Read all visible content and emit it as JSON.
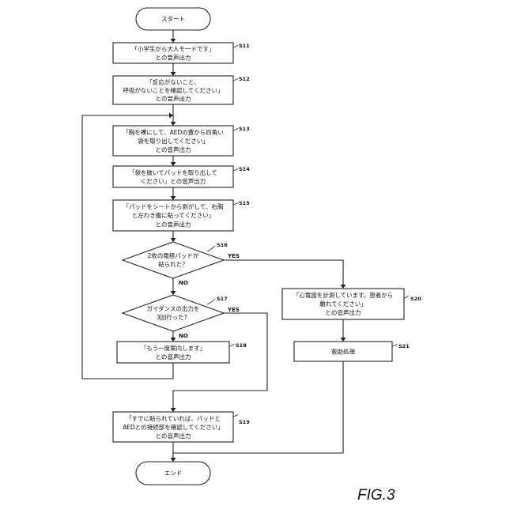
{
  "diagram": {
    "figure_label": "FIG.3",
    "start": {
      "text": "スタート"
    },
    "end": {
      "text": "エンド"
    },
    "nodes": {
      "s11": {
        "step": "S11",
        "lines": [
          "「小学生から大人モードです」",
          "との音声出力"
        ]
      },
      "s12": {
        "step": "S12",
        "lines": [
          "「反応がないこと、",
          "呼吸がないことを確認してください」",
          "との音声出力"
        ]
      },
      "s13": {
        "step": "S13",
        "lines": [
          "「胸を裸にして、AEDの蓋から四角い",
          "袋を取り出してください」",
          "との音声出力"
        ]
      },
      "s14": {
        "step": "S14",
        "lines": [
          "「袋を破いてパッドを取り出して",
          "ください」との音声出力"
        ]
      },
      "s15": {
        "step": "S15",
        "lines": [
          "「パッドをシートから剥がして、右胸",
          "と左わき腹に貼ってください」",
          "との音声出力"
        ]
      },
      "s16": {
        "step": "S16",
        "lines": [
          "2枚の電極パッドが",
          "貼られた？"
        ]
      },
      "s17": {
        "step": "S17",
        "lines": [
          "ガイダンスの出力を",
          "3回行った？"
        ]
      },
      "s18": {
        "step": "S18",
        "lines": [
          "「もう一度案内します」",
          "との音声出力"
        ]
      },
      "s19": {
        "step": "S19",
        "lines": [
          "「すでに貼られていれば、パッドと",
          "AEDとの接続部を確認してください」",
          "との音声出力"
        ]
      },
      "s20": {
        "step": "S20",
        "lines": [
          "「心電図を計測しています。患者から",
          "離れてください」",
          "との音声出力"
        ]
      },
      "s21": {
        "step": "S21",
        "lines": [
          "救助処理"
        ]
      }
    },
    "branches": {
      "s16_yes": "YES",
      "s16_no": "NO",
      "s17_yes": "YES",
      "s17_no": "NO"
    }
  }
}
